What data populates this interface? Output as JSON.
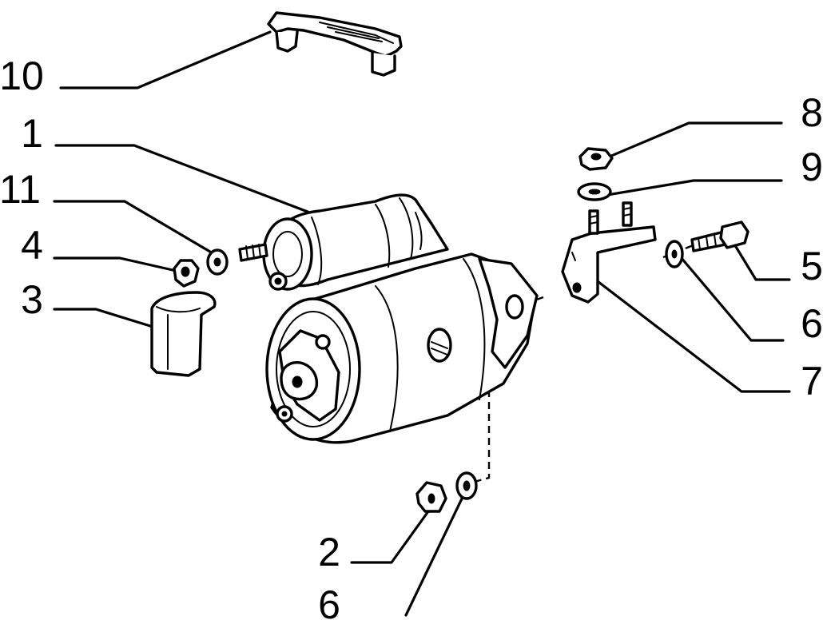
{
  "diagram": {
    "callouts": [
      {
        "id": "10",
        "label": "10"
      },
      {
        "id": "1",
        "label": "1"
      },
      {
        "id": "11",
        "label": "11"
      },
      {
        "id": "4",
        "label": "4"
      },
      {
        "id": "3",
        "label": "3"
      },
      {
        "id": "8",
        "label": "8"
      },
      {
        "id": "9",
        "label": "9"
      },
      {
        "id": "5",
        "label": "5"
      },
      {
        "id": "6a",
        "label": "6"
      },
      {
        "id": "7",
        "label": "7"
      },
      {
        "id": "2",
        "label": "2"
      },
      {
        "id": "6b",
        "label": "6"
      }
    ],
    "parts": [
      {
        "id": "10",
        "icon": "cover-bracket-icon"
      },
      {
        "id": "1",
        "icon": "starter-motor-icon"
      },
      {
        "id": "11",
        "icon": "washer-icon"
      },
      {
        "id": "4",
        "icon": "nut-icon"
      },
      {
        "id": "3",
        "icon": "terminal-boot-icon"
      },
      {
        "id": "8",
        "icon": "nut-icon"
      },
      {
        "id": "9",
        "icon": "washer-icon"
      },
      {
        "id": "5",
        "icon": "bolt-icon"
      },
      {
        "id": "6",
        "icon": "washer-icon"
      },
      {
        "id": "7",
        "icon": "support-bracket-icon"
      },
      {
        "id": "2",
        "icon": "nut-icon"
      }
    ],
    "colors": {
      "ink": "#000000",
      "paper": "#ffffff"
    }
  }
}
